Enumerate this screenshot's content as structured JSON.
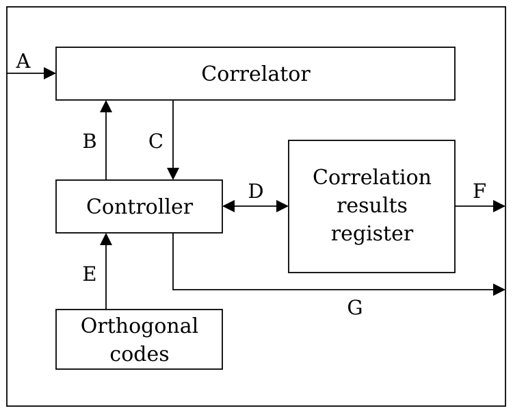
{
  "blocks": {
    "correlator": "Correlator",
    "controller": "Controller",
    "register": [
      "Correlation",
      "results",
      "register"
    ],
    "codes": [
      "Orthogonal",
      "codes"
    ]
  },
  "signals": {
    "a": "A",
    "b": "B",
    "c": "C",
    "d": "D",
    "e": "E",
    "f": "F",
    "g": "G"
  }
}
